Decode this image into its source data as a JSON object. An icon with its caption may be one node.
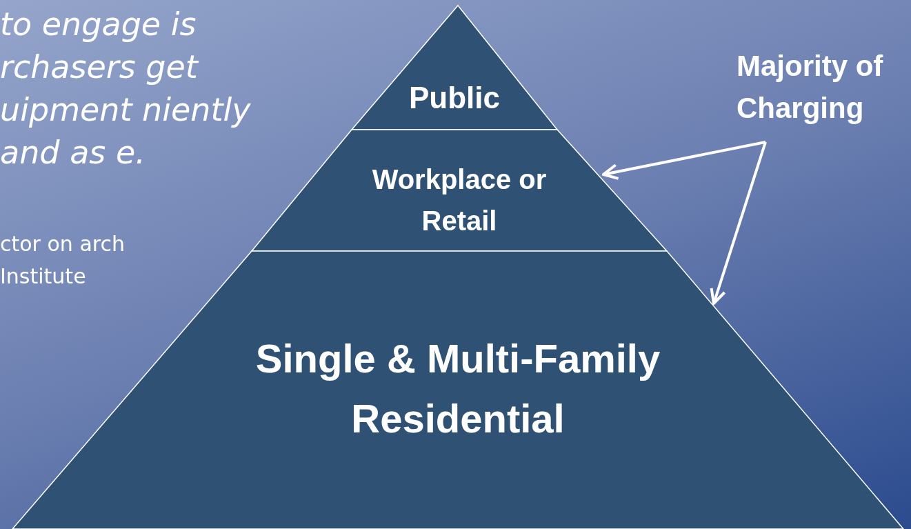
{
  "diagram": {
    "nodes": [
      {
        "text": [
          "Public"
        ]
      },
      {
        "text": [
          "Workplace or Retail"
        ]
      },
      {
        "text": [
          "Single & Multi-Family Residential"
        ]
      },
      {
        "text": [
          "Majority of Charging"
        ]
      }
    ],
    "edges": [
      {
        "from": 3,
        "to": 1,
        "arrow": "to"
      },
      {
        "from": 3,
        "to": 2,
        "arrow": "to"
      }
    ],
    "labels": [
      "to engage is rchasers get uipment niently and as e.",
      "ctor on arch Institute"
    ]
  }
}
